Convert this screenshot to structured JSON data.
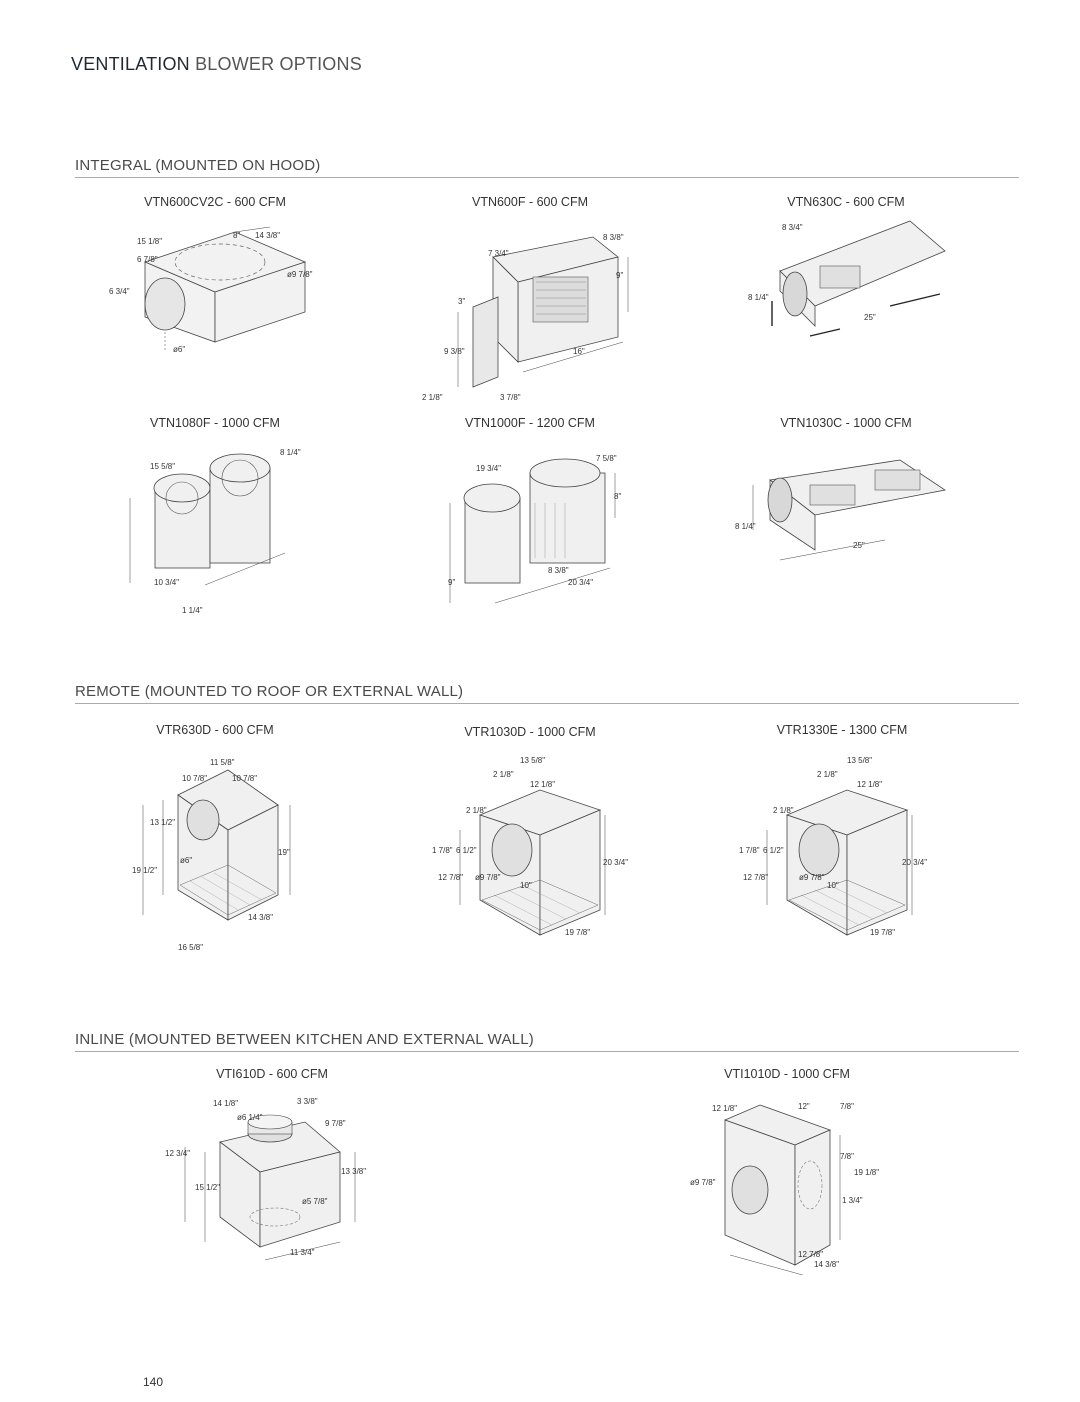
{
  "page_title": {
    "main": "VENTILATION",
    "sub": "BLOWER OPTIONS"
  },
  "sections": [
    {
      "heading": "INTEGRAL (MOUNTED ON HOOD)",
      "models": [
        "VTN600CV2C - 600 CFM",
        "VTN600F - 600 CFM",
        "VTN630C - 600 CFM",
        "VTN1080F - 1000 CFM",
        "VTN1000F - 1200 CFM",
        "VTN1030C - 1000 CFM"
      ]
    },
    {
      "heading": "REMOTE (MOUNTED TO ROOF OR EXTERNAL WALL)",
      "models": [
        "VTR630D - 600 CFM",
        "VTR1030D - 1000 CFM",
        "VTR1330E - 1300 CFM"
      ]
    },
    {
      "heading": "INLINE (MOUNTED BETWEEN KITCHEN AND EXTERNAL WALL)",
      "models": [
        "VTI610D - 600 CFM",
        "VTI1010D - 1000 CFM"
      ]
    }
  ],
  "dimensions": {
    "vtn600cv2c": [
      "15 1/8\"",
      "8\"",
      "14 3/8\"",
      "6 7/8\"",
      "ø9 7/8\"",
      "6 3/4\"",
      "ø6\""
    ],
    "vtn600f": [
      "8 3/8\"",
      "7 3/4\"",
      "9\"",
      "3\"",
      "9 3/8\"",
      "16\"",
      "2 1/8\"",
      "3 7/8\""
    ],
    "vtn630c": [
      "8 3/4\"",
      "8 1/4\"",
      "25\""
    ],
    "vtn1080f": [
      "8 1/4\"",
      "15 5/8\"",
      "10 3/4\"",
      "1 1/4\""
    ],
    "vtn1000f": [
      "7 5/8\"",
      "19 3/4\"",
      "8\"",
      "9\"",
      "8 3/8\"",
      "20 3/4\""
    ],
    "vtn1030c": [
      "8 1/4\"",
      "25\""
    ],
    "vtr630d": [
      "11 5/8\"",
      "10 7/8\"",
      "10 7/8\"",
      "13 1/2\"",
      "ø6\"",
      "19 1/2\"",
      "19\"",
      "14 3/8\"",
      "16 5/8\""
    ],
    "vtr1030d": [
      "13 5/8\"",
      "2 1/8\"",
      "12 1/8\"",
      "2 1/8\"",
      "1 7/8\"",
      "6 1/2\"",
      "12 7/8\"",
      "ø9 7/8\"",
      "10\"",
      "20 3/4\"",
      "19 7/8\""
    ],
    "vtr1330e": [
      "13 5/8\"",
      "2 1/8\"",
      "12 1/8\"",
      "2 1/8\"",
      "1 7/8\"",
      "6 1/2\"",
      "12 7/8\"",
      "ø9 7/8\"",
      "10\"",
      "20 3/4\"",
      "19 7/8\""
    ],
    "vti610d": [
      "14 1/8\"",
      "3 3/8\"",
      "ø6 1/4\"",
      "9 7/8\"",
      "12 3/4\"",
      "15 1/2\"",
      "13 3/8\"",
      "ø5 7/8\"",
      "11 3/4\""
    ],
    "vti1010d": [
      "12 1/8\"",
      "12\"",
      "7/8\"",
      "7/8\"",
      "ø9 7/8\"",
      "19 1/8\"",
      "1 3/4\"",
      "12 7/8\"",
      "14 3/8\""
    ]
  },
  "page_number": "140"
}
